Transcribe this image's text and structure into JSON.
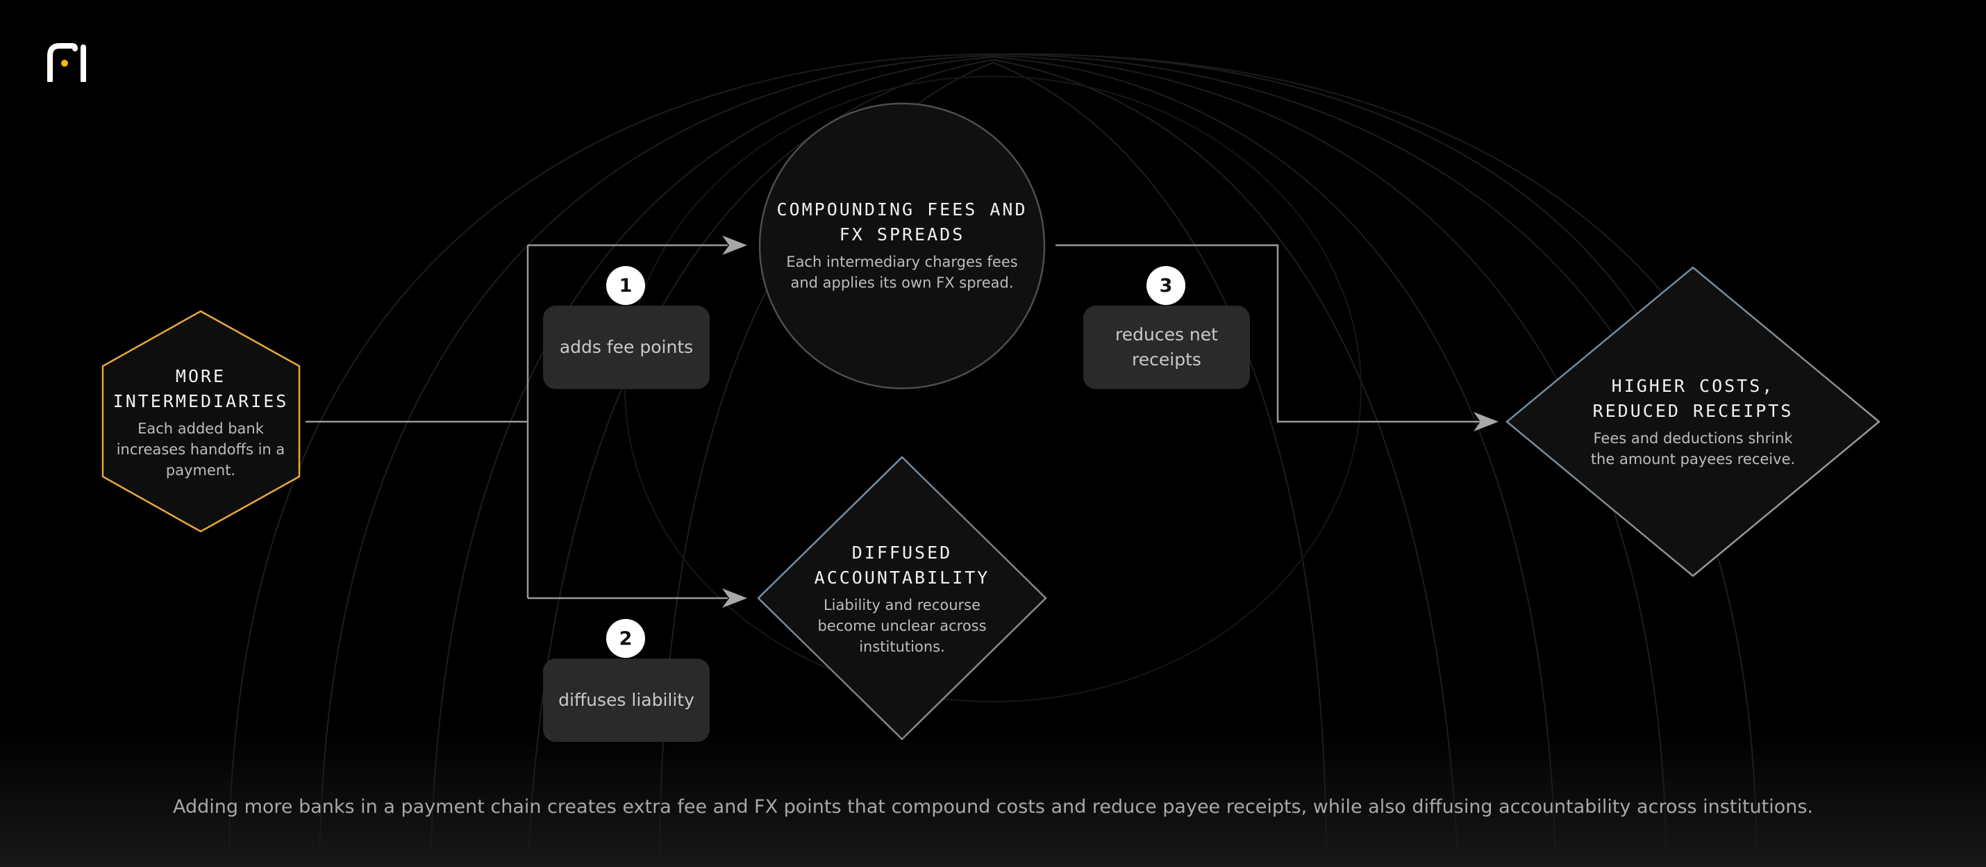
{
  "logo": {
    "icon": "logo-mark-icon",
    "accent": "#f5b800"
  },
  "nodes": {
    "source": {
      "title": "MORE\nINTERMEDIARIES",
      "desc": "Each added bank\nincreases handoffs in a\npayment.",
      "border_color": "#e8a93a"
    },
    "fees": {
      "title": "COMPOUNDING FEES AND\nFX SPREADS",
      "desc": "Each intermediary charges fees\nand applies its own FX spread."
    },
    "accountability": {
      "title": "DIFFUSED\nACCOUNTABILITY",
      "desc": "Liability and recourse\nbecome unclear across\ninstitutions."
    },
    "outcome": {
      "title": "HIGHER COSTS,\nREDUCED RECEIPTS",
      "desc": "Fees and deductions shrink\nthe amount payees receive."
    }
  },
  "steps": [
    {
      "number": "1",
      "label": "adds fee points"
    },
    {
      "number": "2",
      "label": "diffuses liability"
    },
    {
      "number": "3",
      "label": "reduces net\nreceipts"
    }
  ],
  "caption": "Adding more banks in a payment chain creates extra fee and FX points that compound costs and reduce payee receipts, while also diffusing accountability across institutions.",
  "colors": {
    "background": "#000000",
    "connector": "#9a9a9a",
    "node_fill": "#111111",
    "diamond_edge_blue": "#5b8fb3",
    "badge": "#ffffff",
    "step_label_bg": "#2a2a2a"
  }
}
